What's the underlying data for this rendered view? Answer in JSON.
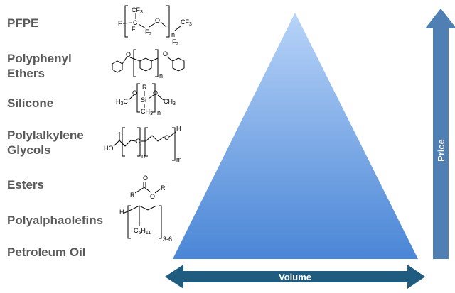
{
  "lubricant_classes": [
    {
      "label": "PFPE"
    },
    {
      "label": "Polyphenyl\nEthers"
    },
    {
      "label": "Silicone"
    },
    {
      "label": "Polylalkylene\nGlycols"
    },
    {
      "label": "Esters"
    },
    {
      "label": "Polyalphaolefins"
    },
    {
      "label": "Petroleum Oil"
    }
  ],
  "structures": {
    "pfpe": {
      "cf3_top": "CF",
      "sub3": "3",
      "c": "C",
      "f_left": "F",
      "f": "F",
      "f2": "F",
      "sub2": "2",
      "o": "O",
      "cf3_right": "CF",
      "n": "n"
    },
    "polyphenyl": {
      "o": "O",
      "n": "n"
    },
    "silicone": {
      "h3c": "H",
      "h3c_sub": "3",
      "h3c_c": "C",
      "o": "O",
      "r": "R",
      "si": "Si",
      "ch3": "CH",
      "ch3_sub": "3",
      "n": "n"
    },
    "pag": {
      "ho": "HO",
      "o": "O",
      "h": "H",
      "n": "n",
      "m": "m"
    },
    "ester": {
      "o": "O",
      "r": "R",
      "rp": "R'"
    },
    "pao": {
      "h": "H",
      "c5h11": "C",
      "c5_sub": "5",
      "h11": "H",
      "h11_sub": "11",
      "range": "3-6"
    }
  },
  "axes": {
    "vertical_label": "Price",
    "horizontal_label": "Volume"
  },
  "colors": {
    "triangle_top": "#b8d4f8",
    "triangle_bottom": "#4a86d6",
    "arrow_vertical": "#4f7fb3",
    "arrow_horizontal": "#1f5c80",
    "label_text": "#595959"
  }
}
